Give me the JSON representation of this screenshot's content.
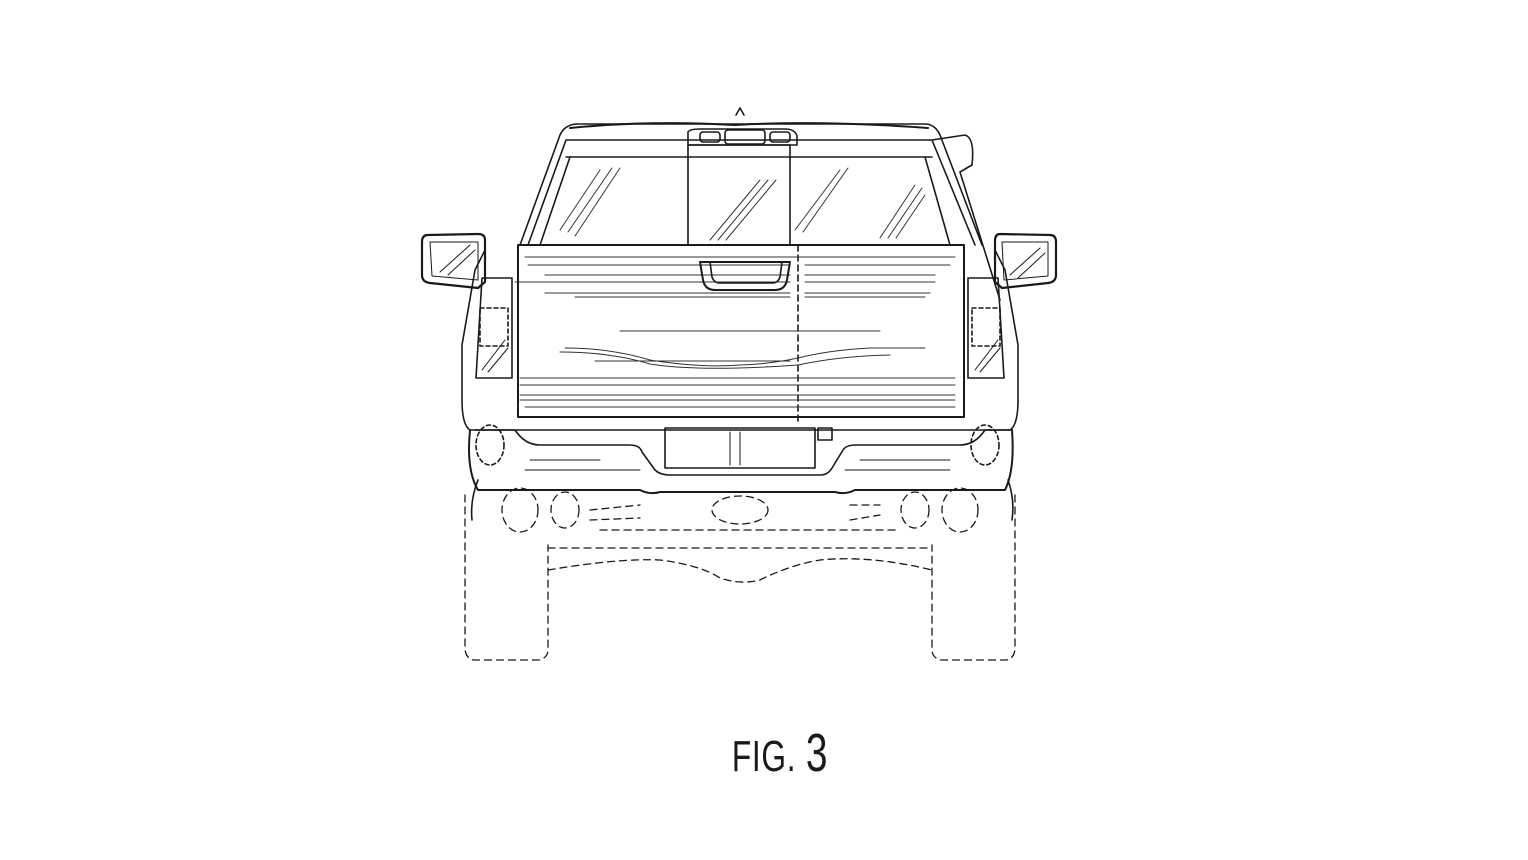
{
  "figure": {
    "label_prefix": "FIG.",
    "label_number": "3",
    "subject": "rear view of pickup truck",
    "line_color": "#1a1a1a",
    "background": "#ffffff"
  }
}
